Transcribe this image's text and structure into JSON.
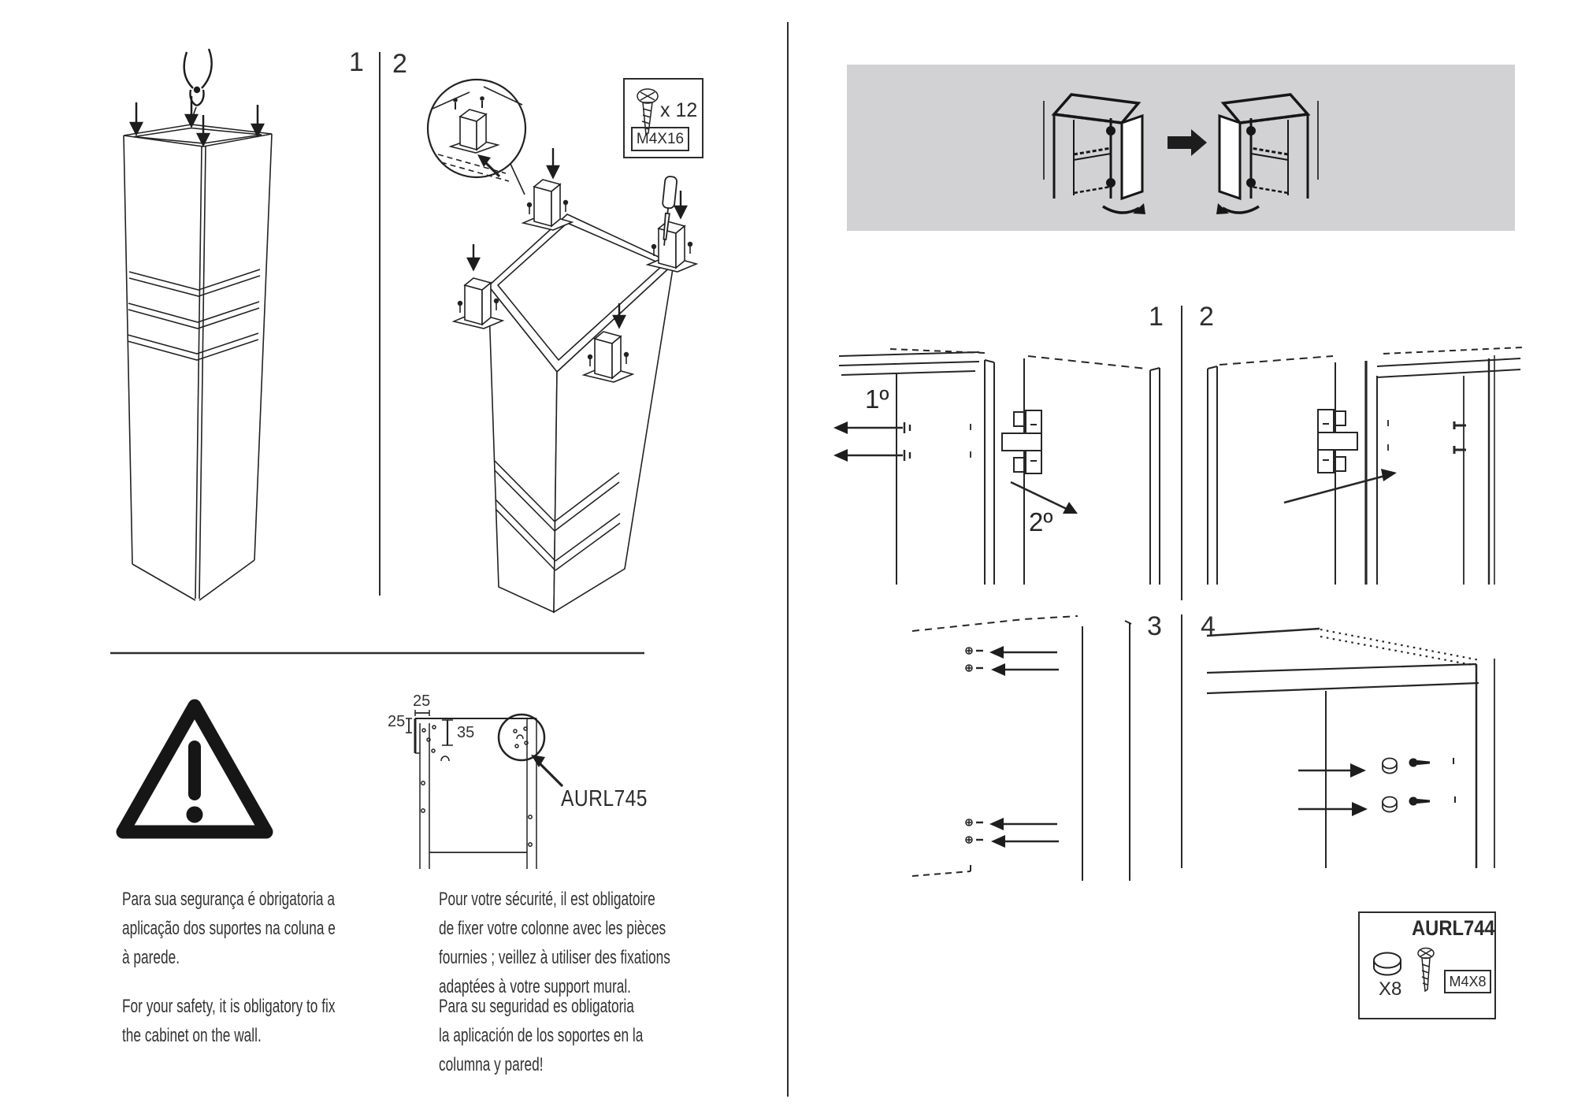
{
  "left_page": {
    "steps": {
      "s1": "1",
      "s2": "2"
    },
    "hardware_box": {
      "qty": "x 12",
      "size": "M4X16"
    },
    "bracket_diagram": {
      "dim_top": "25",
      "dim_side": "25",
      "dim_offset": "35",
      "part": "AURL745"
    },
    "safety": {
      "pt": [
        "Para sua segurança é obrigatoria a",
        "aplicação dos suportes na coluna e",
        "à parede."
      ],
      "en": [
        "For your safety, it is obligatory to fix",
        "the cabinet on the wall."
      ],
      "fr": [
        "Pour votre sécurité, il est obligatoire",
        "de fixer votre colonne avec les pièces",
        "fournies ; veillez à utiliser des fixations",
        "adaptées à votre support mural."
      ],
      "es": [
        "Para su seguridad es obligatoria",
        "la aplicación de los soportes en la",
        "columna y pared!"
      ]
    }
  },
  "right_page": {
    "steps": {
      "s1": "1",
      "s2": "2",
      "s3": "3",
      "s4": "4"
    },
    "sequence": {
      "first": "1º",
      "second": "2º"
    },
    "hardware_box": {
      "part": "AURL744",
      "cap_qty": "X8",
      "screw_size": "M4X8"
    }
  },
  "colors": {
    "banner_gray": "#d2d2d4",
    "line": "#222222"
  }
}
